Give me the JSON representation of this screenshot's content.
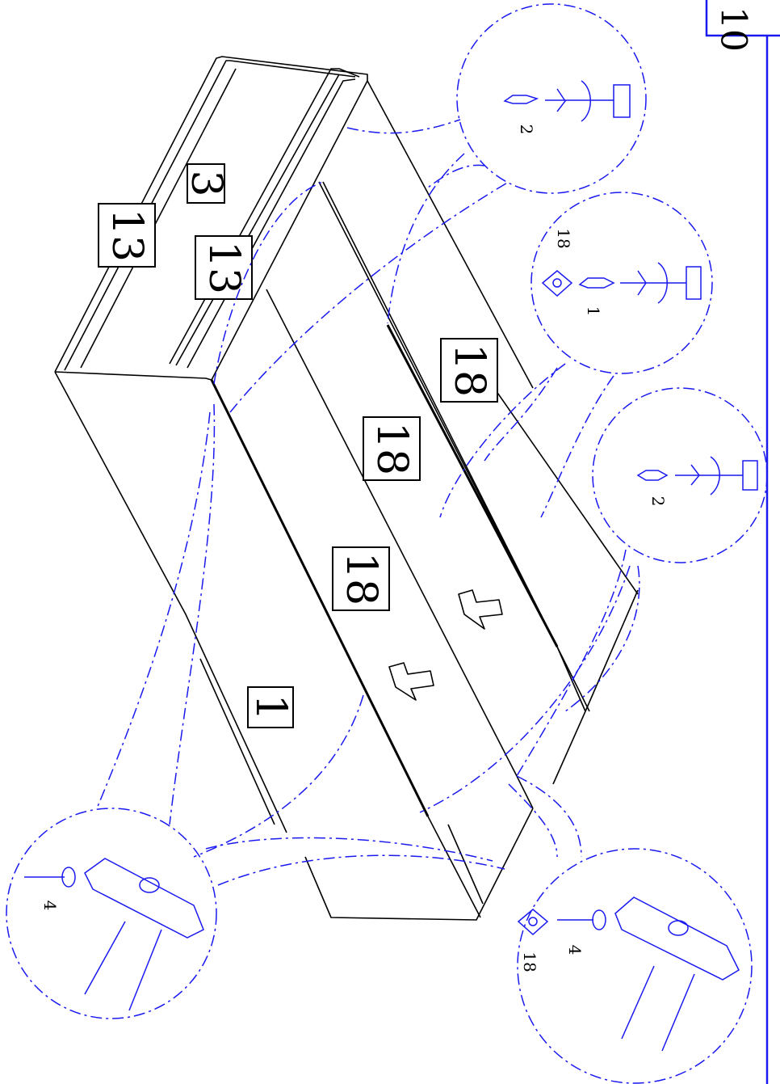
{
  "parts": {
    "p1": "1",
    "p3": "3",
    "p13a": "13",
    "p13b": "13",
    "p18a": "18",
    "p18b": "18",
    "p18c": "18"
  },
  "details": {
    "d1_part": "2",
    "d2_part_a": "18",
    "d2_part_b": "1",
    "d3_part": "2",
    "d4_part": "4",
    "d5_part_a": "4",
    "d5_part_b": "18"
  },
  "step_number": "10",
  "colors": {
    "outline": "#000000",
    "detail": "#1a1af0"
  }
}
